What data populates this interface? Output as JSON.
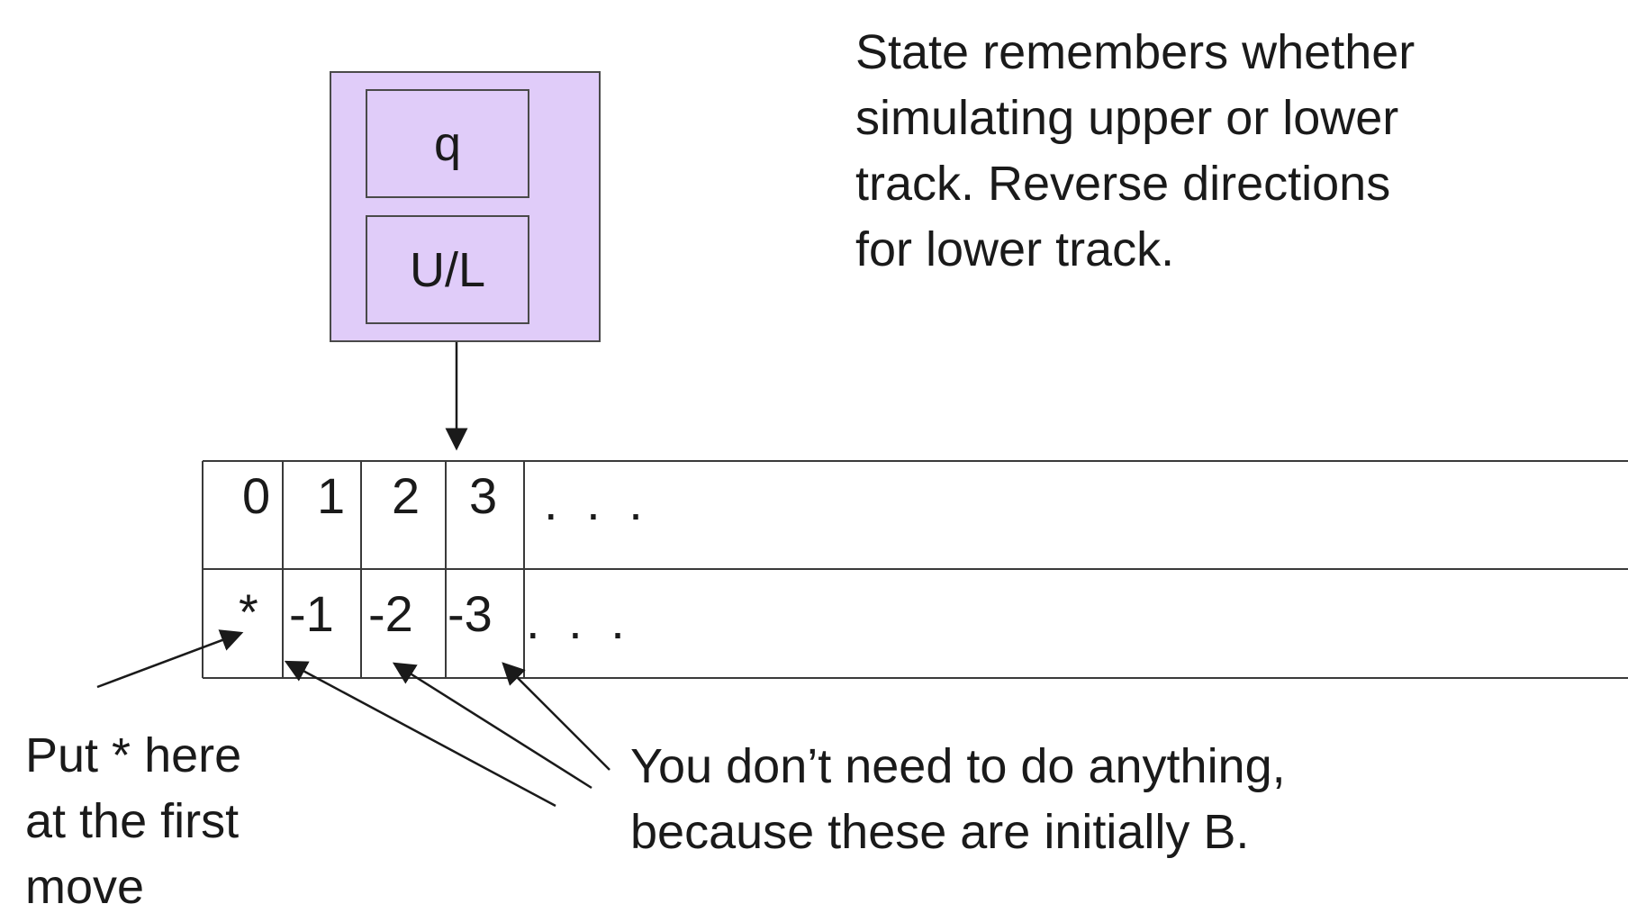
{
  "control": {
    "state_label": "q",
    "track_label": "U/L"
  },
  "notes": {
    "state_note": "State remembers whether\nsimulating upper or lower\ntrack.  Reverse directions\nfor lower track.",
    "star_note": "Put * here\nat the first\nmove",
    "blank_note": "You don’t need to do anything,\nbecause these are initially B."
  },
  "tape": {
    "upper_track": [
      "0",
      "1",
      "2",
      "3"
    ],
    "lower_track": [
      "*",
      "-1",
      "-2",
      "-3"
    ],
    "upper_ellipsis": ". . .",
    "lower_ellipsis": ". . ."
  }
}
